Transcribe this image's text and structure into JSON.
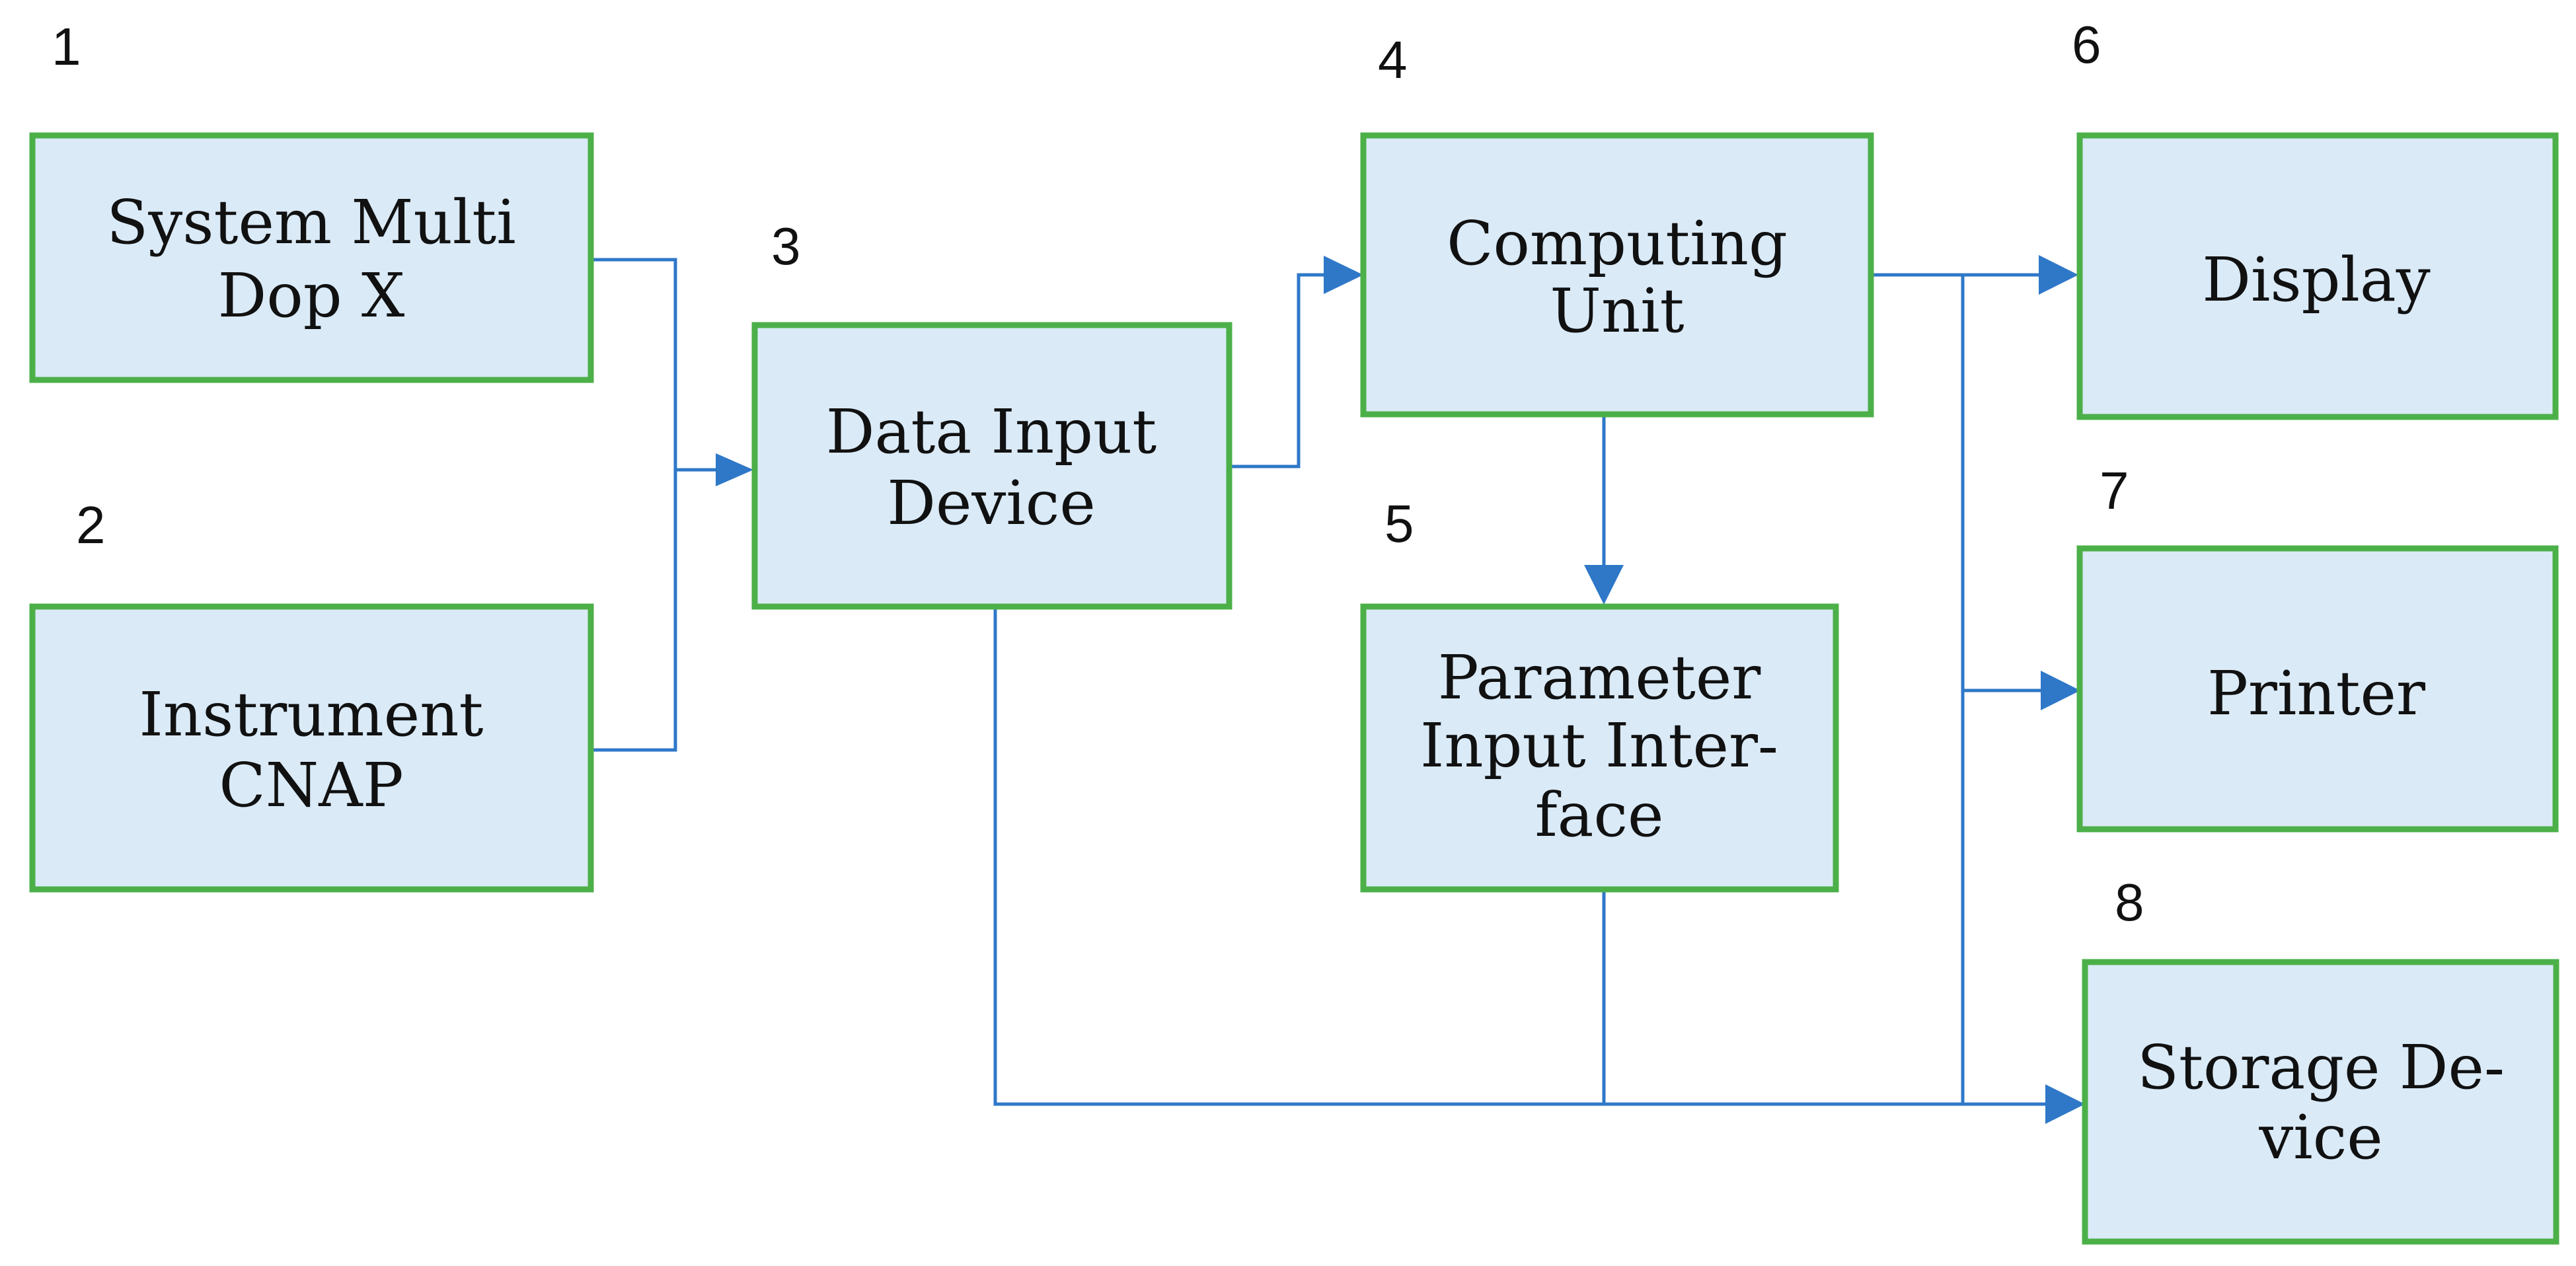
{
  "boxes": [
    {
      "id": "system-multi-dop-x",
      "number": "1",
      "lines": [
        "System Multi",
        "Dop X"
      ]
    },
    {
      "id": "instrument-cnap",
      "number": "2",
      "lines": [
        "Instrument",
        "CNAP"
      ]
    },
    {
      "id": "data-input-device",
      "number": "3",
      "lines": [
        "Data Input",
        "Device"
      ]
    },
    {
      "id": "computing-unit",
      "number": "4",
      "lines": [
        "Computing",
        "Unit"
      ]
    },
    {
      "id": "parameter-input-interface",
      "number": "5",
      "lines": [
        "Parameter",
        "Input Inter-",
        "face"
      ]
    },
    {
      "id": "display",
      "number": "6",
      "lines": [
        "Display"
      ]
    },
    {
      "id": "printer",
      "number": "7",
      "lines": [
        "Printer"
      ]
    },
    {
      "id": "storage-device",
      "number": "8",
      "lines": [
        "Storage De-",
        "vice"
      ]
    }
  ],
  "connections": [
    {
      "from": "system-multi-dop-x",
      "to": "data-input-device"
    },
    {
      "from": "instrument-cnap",
      "to": "data-input-device"
    },
    {
      "from": "data-input-device",
      "to": "computing-unit"
    },
    {
      "from": "computing-unit",
      "to": "parameter-input-interface"
    },
    {
      "from": "computing-unit",
      "to": "display"
    },
    {
      "from": "computing-unit",
      "to": "printer"
    },
    {
      "from": "computing-unit",
      "to": "storage-device"
    },
    {
      "from": "data-input-device",
      "to": "storage-device"
    },
    {
      "from": "parameter-input-interface",
      "to": "storage-device"
    }
  ],
  "colors": {
    "box_fill": "#daeaf7",
    "box_border": "#4cb049",
    "connector": "#2f78c8"
  }
}
